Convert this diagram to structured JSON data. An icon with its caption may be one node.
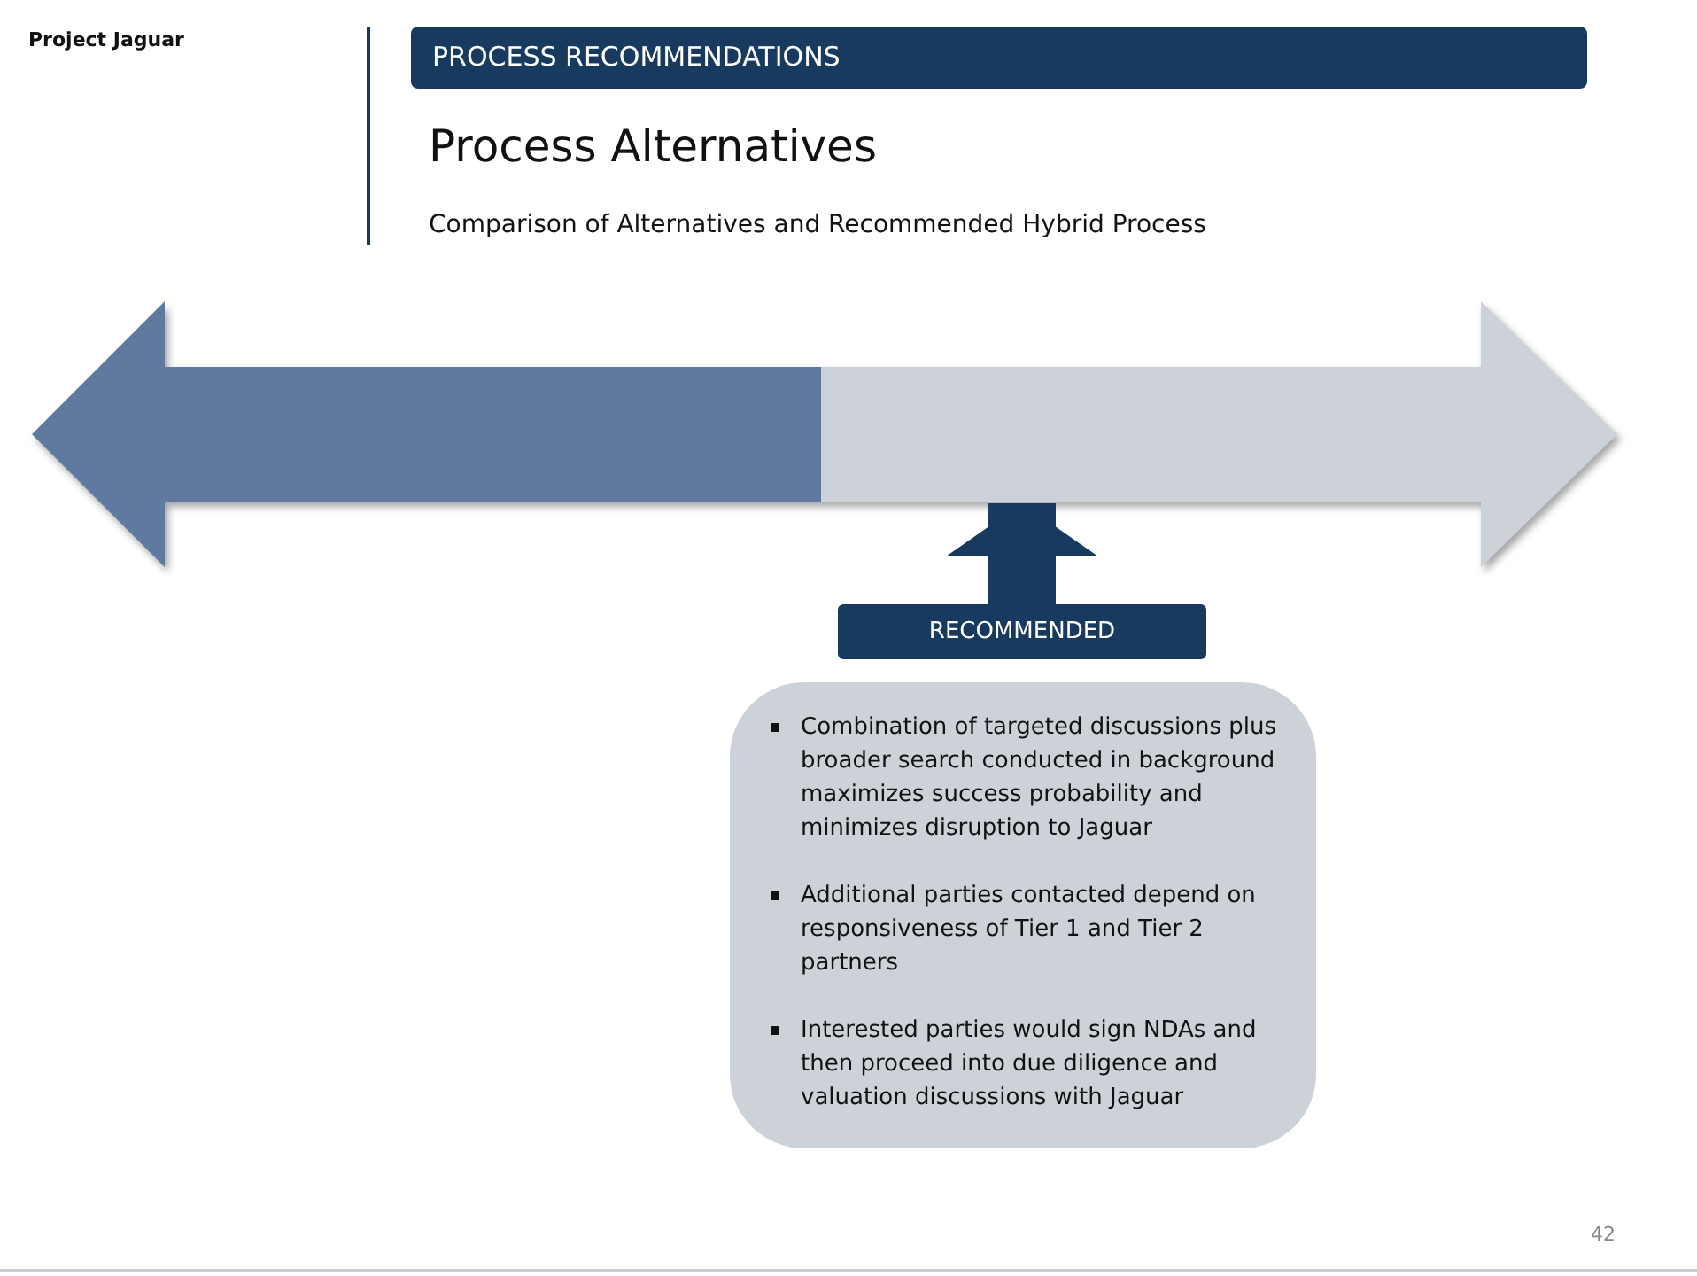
{
  "diagram": {
    "title": "Process Alternatives",
    "nodes": [
      {
        "text": [
          "PROCESS RECOMMENDATIONS"
        ]
      },
      {
        "text": [],
        "shape": "arrow"
      },
      {
        "text": [
          "RECOMMENDED"
        ]
      },
      {
        "text": [
          "Combination of targeted discussions plus broader search conducted in background maximizes success probability and minimizes disruption to Jaguar",
          "Additional parties contacted depend on responsiveness of Tier 1 and Tier 2 partners",
          "Interested parties would sign NDAs and then proceed into due diligence and valuation discussions with Jaguar"
        ]
      }
    ],
    "edges": [
      {
        "from": 2,
        "to": 1,
        "arrow": "to"
      }
    ],
    "labels": [
      "Project Jaguar",
      "Comparison of Alternatives and Recommended Hybrid Process",
      "42"
    ]
  }
}
